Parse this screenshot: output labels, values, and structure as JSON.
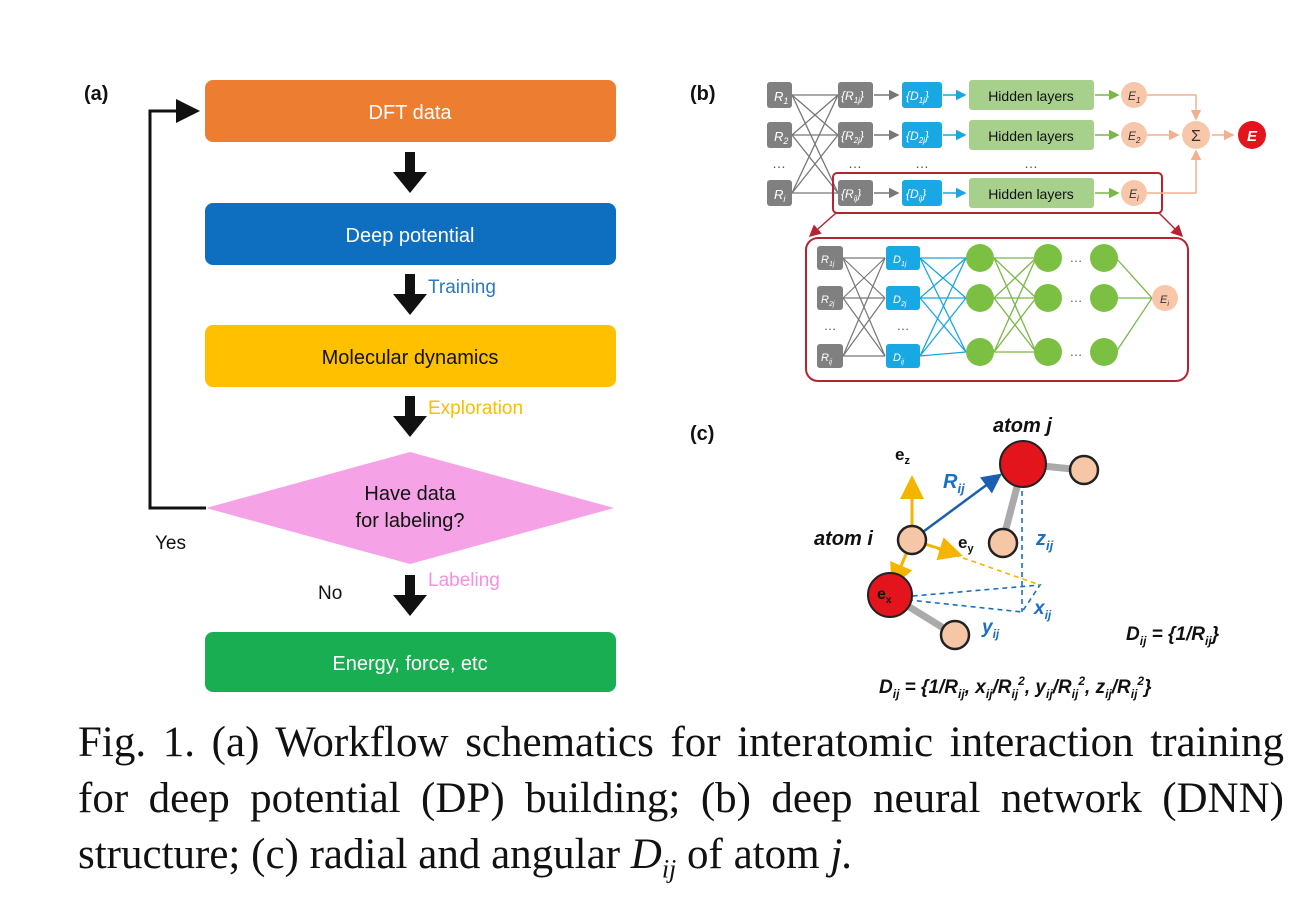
{
  "panel_a": {
    "label": "(a)",
    "step1": "DFT data",
    "step2": "Deep potential",
    "step3": "Molecular dynamics",
    "decision_line1": "Have data",
    "decision_line2": "for labeling?",
    "step4": "Energy, force, etc",
    "arrow_training": "Training",
    "arrow_exploration": "Exploration",
    "arrow_labeling": "Labeling",
    "yes": "Yes",
    "no": "No",
    "colors": {
      "dft": "#ed7d31",
      "deep": "#0e6fc1",
      "md": "#ffc000",
      "decision": "#f5a3e6",
      "energy": "#1aae53",
      "training": "#2b79c6",
      "exploration": "#f5c000",
      "labeling": "#f58fe0"
    }
  },
  "panel_b": {
    "label": "(b)",
    "inputs": [
      "R",
      "R",
      "R"
    ],
    "inputs_sub": [
      "1",
      "2",
      "i"
    ],
    "env": [
      "{R",
      "{R",
      "{R"
    ],
    "env_sub": [
      "1j",
      "2j",
      "ij"
    ],
    "desc": [
      "{D",
      "{D",
      "{D"
    ],
    "desc_sub": [
      "1j",
      "2j",
      "ij"
    ],
    "hidden": "Hidden layers",
    "energies": [
      "E",
      "E",
      "E"
    ],
    "energies_sub": [
      "1",
      "2",
      "i"
    ],
    "sum": "Σ",
    "total": "E",
    "dots": "…",
    "inset_inputs": [
      "R",
      "R",
      "R"
    ],
    "inset_inputs_sub": [
      "1j",
      "2j",
      "ij"
    ],
    "inset_desc": [
      "D",
      "D",
      "D"
    ],
    "inset_desc_sub": [
      "1j",
      "2j",
      "ij"
    ],
    "inset_out": "E",
    "inset_out_sub": "i"
  },
  "panel_c": {
    "label": "(c)",
    "atom_j": "atom j",
    "atom_i": "atom i",
    "ez": "e",
    "ez_sub": "z",
    "ey": "e",
    "ey_sub": "y",
    "ex": "e",
    "ex_sub": "x",
    "rij": "R",
    "rij_sub": "ij",
    "zij": "z",
    "zij_sub": "ij",
    "xij": "x",
    "xij_sub": "ij",
    "yij": "y",
    "yij_sub": "ij",
    "formula1": "Dij = {1/Rij}",
    "formula2": "Dij = {1/Rij, xij/Rij2, yij/Rij2, zij/Rij2}"
  },
  "caption": {
    "text": "Fig. 1. (a) Workflow schematics for interatomic interaction training for deep potential (DP) building; (b) deep neural network (DNN) structure; (c) radial and angular",
    "d_main": "D",
    "d_sub": "ij",
    "tail": "of atom",
    "atom": "j."
  }
}
